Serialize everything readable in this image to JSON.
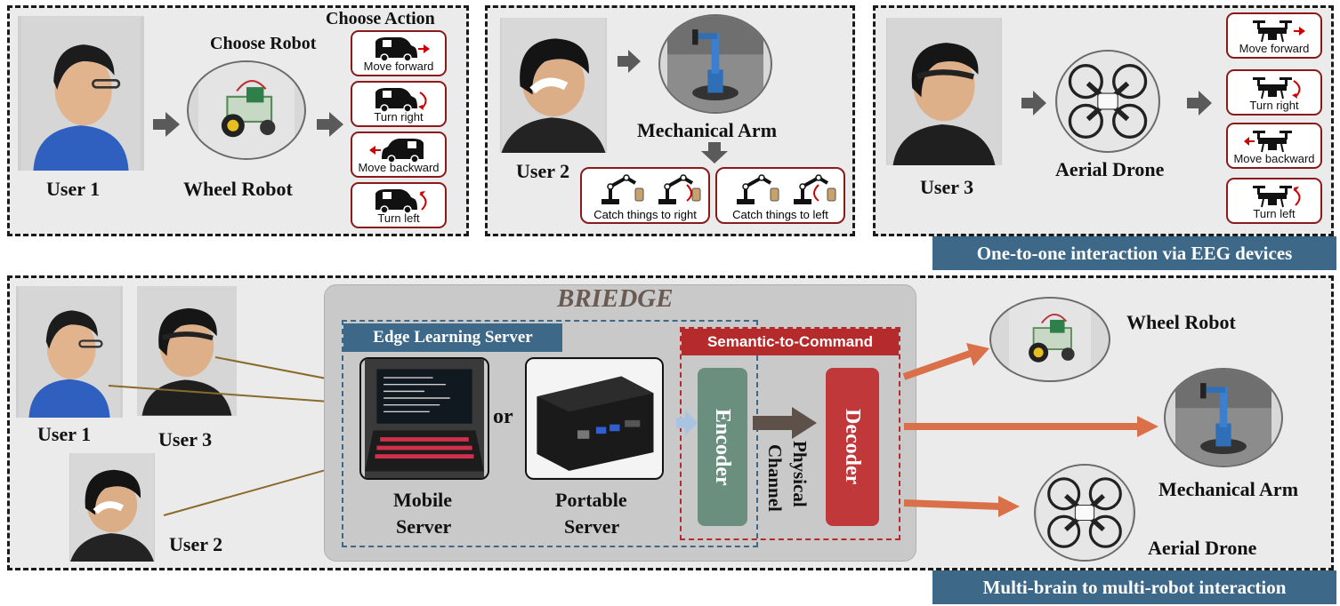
{
  "top_left": {
    "header_action": "Choose Action",
    "header_robot": "Choose Robot",
    "user_label": "User 1",
    "robot_label": "Wheel Robot",
    "actions": [
      "Move forward",
      "Turn right",
      "Move backward",
      "Turn left"
    ]
  },
  "top_middle": {
    "user_label": "User 2",
    "robot_label": "Mechanical Arm",
    "actions": [
      "Catch things to right",
      "Catch things to left"
    ]
  },
  "top_right": {
    "user_label": "User 3",
    "robot_label": "Aerial Drone",
    "actions": [
      "Move forward",
      "Turn right",
      "Move backward",
      "Turn left"
    ]
  },
  "banner_top": "One-to-one interaction via EEG devices",
  "bottom": {
    "system_title": "BRIEDGE",
    "edge_server_title": "Edge Learning Server",
    "mobile_server": [
      "Mobile",
      "Server"
    ],
    "portable_server": [
      "Portable",
      "Server"
    ],
    "or_text": "or",
    "semantic_title": "Semantic-to-Command",
    "encoder": "Encoder",
    "decoder": "Decoder",
    "channel": [
      "Physical",
      "Channel"
    ],
    "users": [
      "User 1",
      "User 3",
      "User 2"
    ],
    "robots": [
      "Wheel Robot",
      "Mechanical Arm",
      "Aerial Drone"
    ],
    "accent_red": "#b52a2a",
    "accent_blue": "#3e6888",
    "encoder_color": "#6b8f7f",
    "decoder_color": "#c0383a",
    "arrow_orange": "#d9704a"
  },
  "banner_bottom": "Multi-brain to multi-robot interaction"
}
